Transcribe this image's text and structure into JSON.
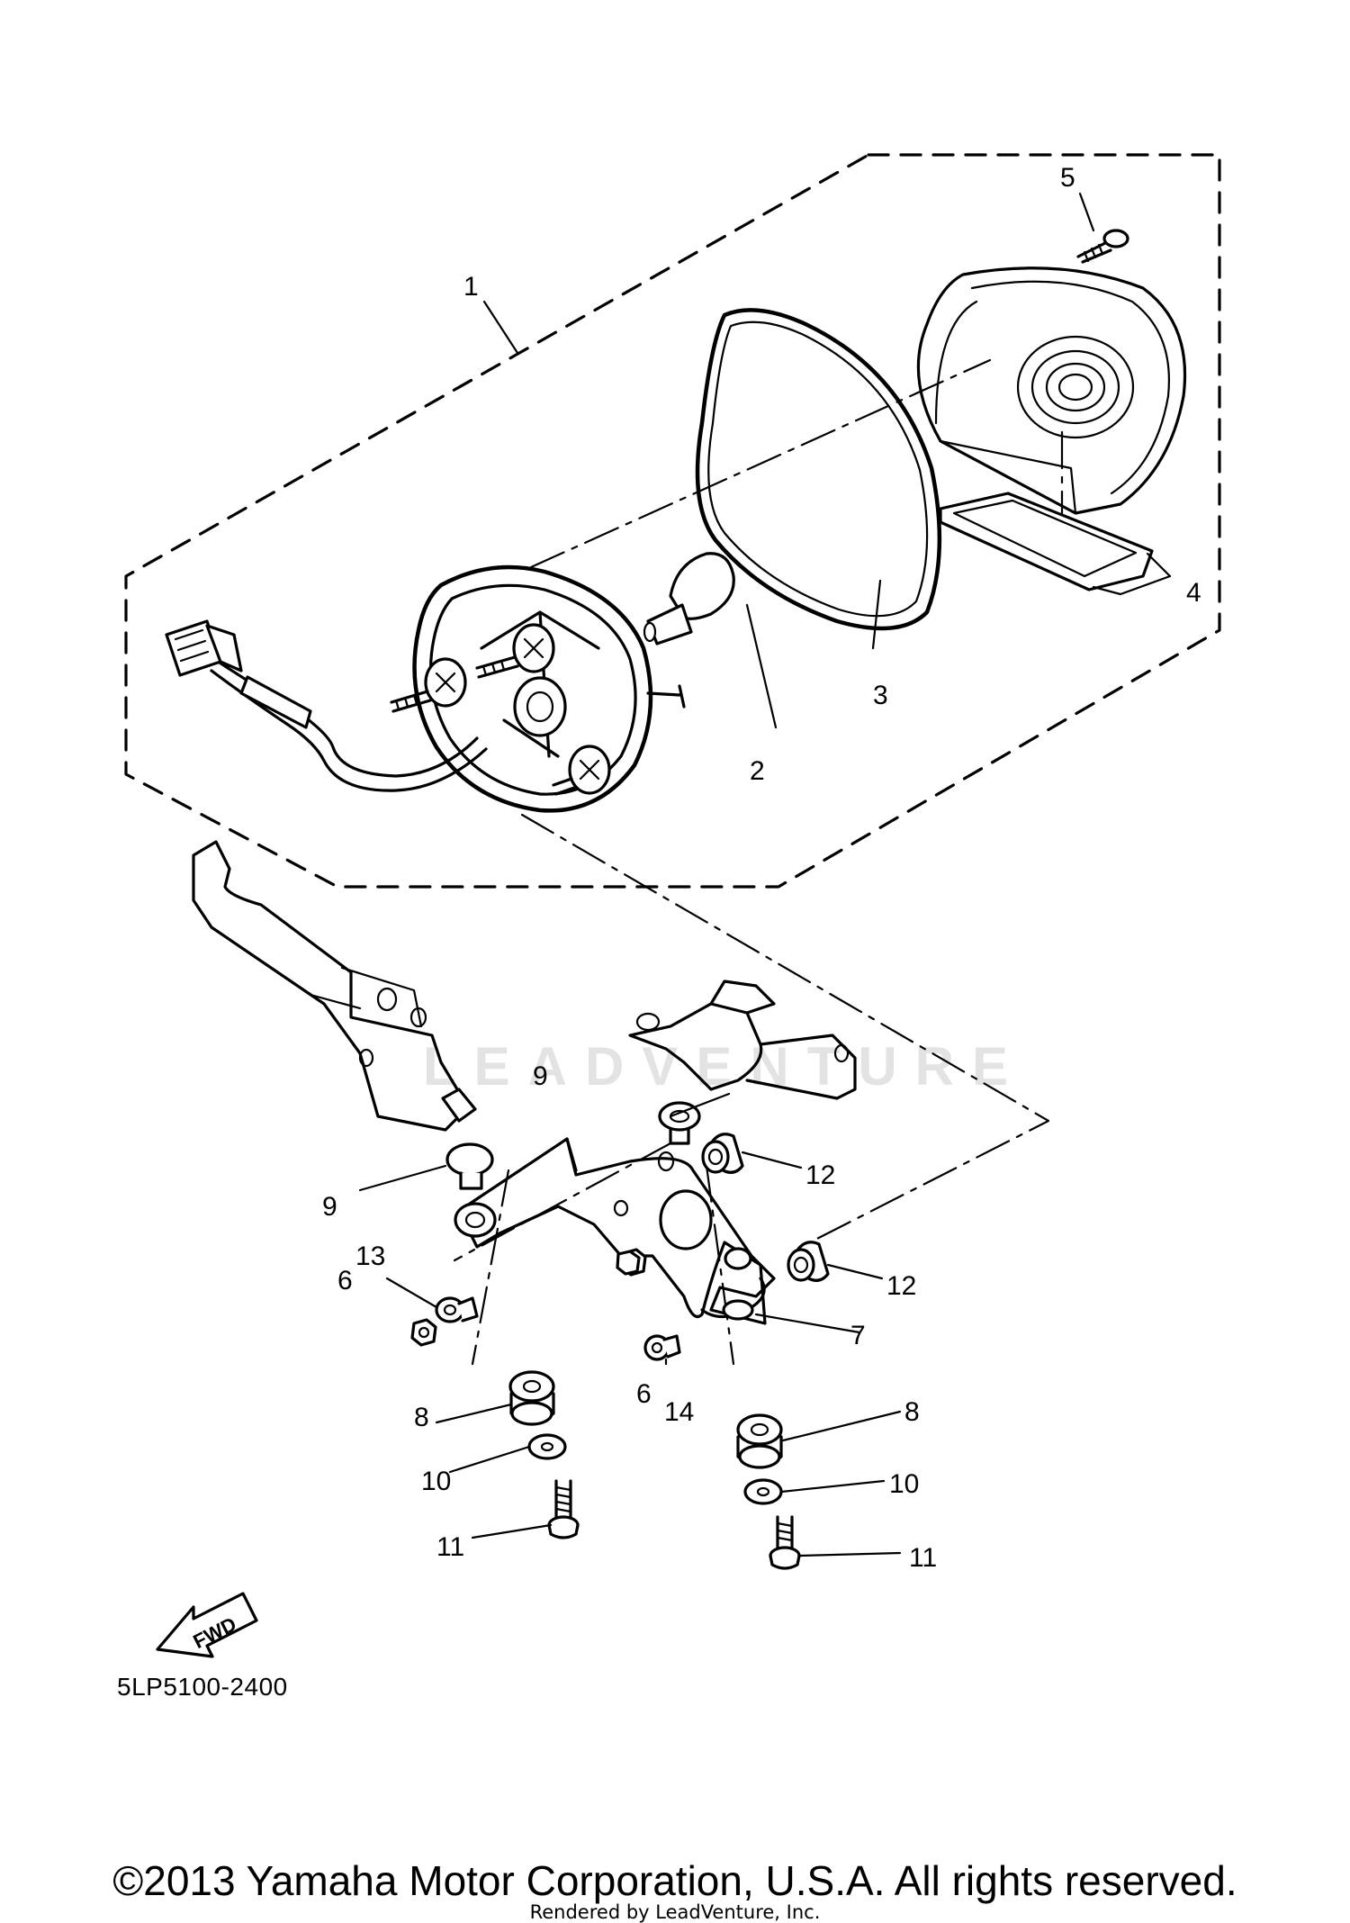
{
  "callouts": [
    {
      "id": "tail-light-assembly",
      "number": "1"
    },
    {
      "id": "bulb",
      "number": "2"
    },
    {
      "id": "gasket",
      "number": "3"
    },
    {
      "id": "lens",
      "number": "4"
    },
    {
      "id": "lens-screw",
      "number": "5"
    },
    {
      "id": "nut-left",
      "number": "6"
    },
    {
      "id": "nut-right",
      "number": "6"
    },
    {
      "id": "bracket",
      "number": "7"
    },
    {
      "id": "grommet-left",
      "number": "8"
    },
    {
      "id": "grommet-right",
      "number": "8"
    },
    {
      "id": "damper-upper-right",
      "number": "9"
    },
    {
      "id": "damper-left",
      "number": "9"
    },
    {
      "id": "washer-left",
      "number": "10"
    },
    {
      "id": "washer-right",
      "number": "10"
    },
    {
      "id": "bolt-left",
      "number": "11"
    },
    {
      "id": "bolt-right",
      "number": "11"
    },
    {
      "id": "collar-upper",
      "number": "12"
    },
    {
      "id": "collar-lower",
      "number": "12"
    },
    {
      "id": "collar-13",
      "number": "13"
    },
    {
      "id": "collar-14",
      "number": "14"
    }
  ],
  "fwd_arrow": {
    "label": "FWD"
  },
  "part_code": "5LP5100-2400",
  "watermark": "LEADVENTURE",
  "copyright": "©2013 Yamaha Motor Corporation, U.S.A. All rights reserved.",
  "rendered_by": "Rendered by LeadVenture, Inc."
}
